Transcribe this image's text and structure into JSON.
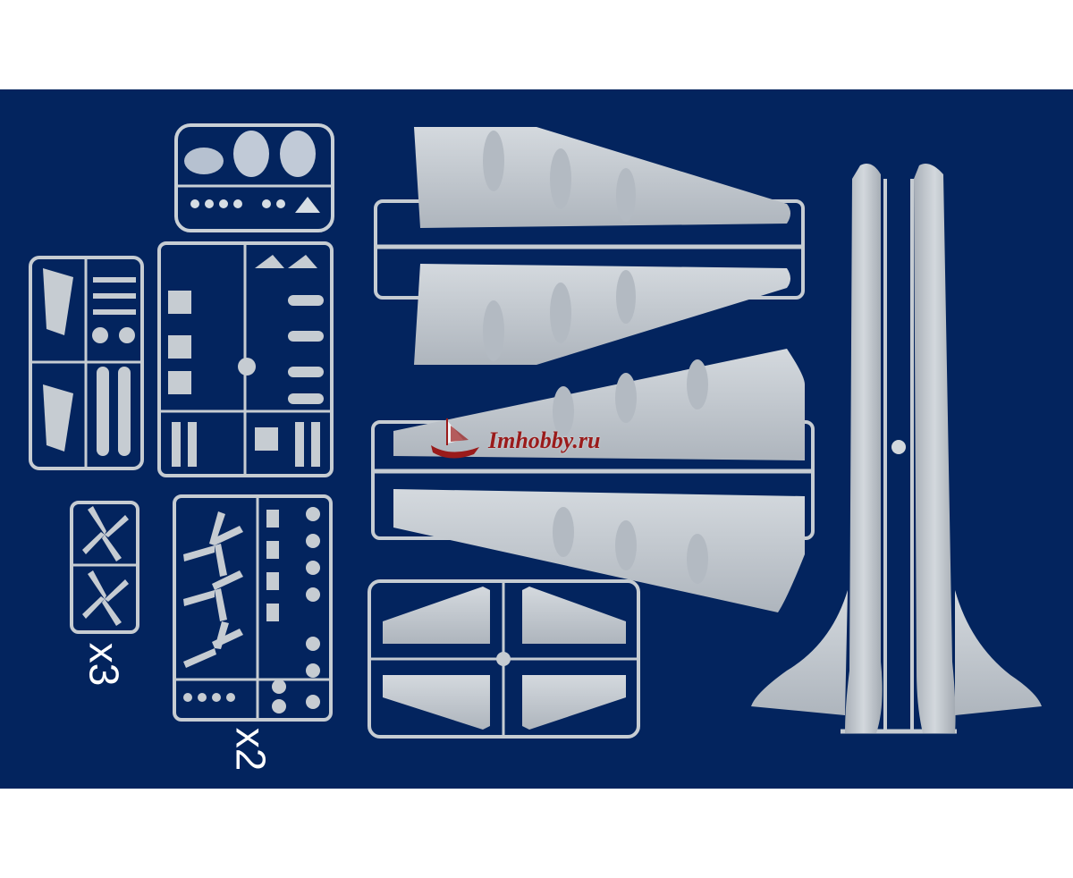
{
  "image": {
    "subject": "plastic-model-kit-sprues",
    "colors": {
      "background": "#03245e",
      "frame_outside": "#ffffff",
      "plastic": "#c6ccd2",
      "plastic_shade": "#9aa2ab",
      "clear_plastic": "#d6dde4",
      "label": "#ffffff",
      "watermark": "#9a1b1b"
    }
  },
  "quantity_labels": {
    "propeller_sprue": "x3",
    "detail_sprue": "x2"
  },
  "watermark": {
    "text": "Imhobby.ru",
    "logo": "ship-logo-icon"
  }
}
